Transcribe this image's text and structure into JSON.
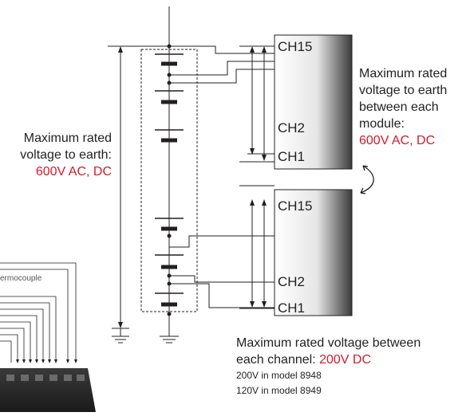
{
  "channels": {
    "ch15": "CH15",
    "ch2": "CH2",
    "ch1": "CH1"
  },
  "left_label": {
    "line1": "Maximum rated",
    "line2": "voltage to earth:",
    "value": "600V AC, DC"
  },
  "right_label": {
    "line1": "Maximum rated",
    "line2": "voltage to earth",
    "line3": "between each",
    "line4": "module:",
    "value": "600V AC, DC"
  },
  "bottom_label": {
    "line1": "Maximum rated voltage between",
    "line2_prefix": "each channel: ",
    "line2_value": "200V DC",
    "model_8948": "200V in model 8948",
    "model_8949": "120V in model 8949"
  },
  "thermocouple_label": "ermocouple",
  "colors": {
    "accent_red": "#d7192a",
    "line": "#231f20"
  }
}
